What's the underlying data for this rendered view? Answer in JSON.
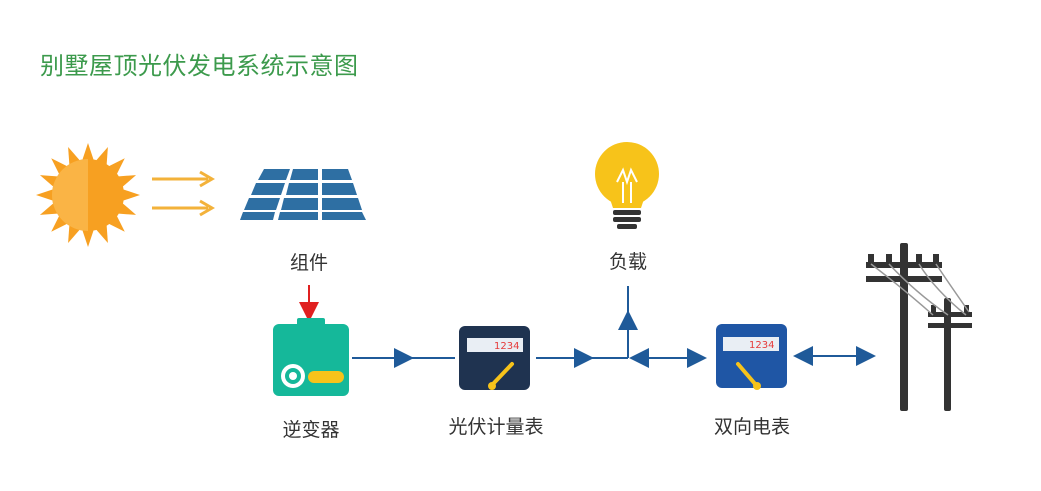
{
  "title": "别墅屋顶光伏发电系统示意图",
  "nodes": {
    "module": "组件",
    "inverter": "逆变器",
    "pv_meter": "光伏计量表",
    "load": "负载",
    "bidirectional_meter": "双向电表"
  },
  "meter_display": "1234",
  "colors": {
    "title": "#3c9a4c",
    "sun": "#f7a021",
    "sun_arrows": "#f3b23a",
    "panel": "#2e6fa3",
    "inverter": "#15b89a",
    "pv_meter": "#1f3350",
    "bidirectional_meter": "#1f56a5",
    "bulb": "#f7c31a",
    "flow_line": "#1f5a99",
    "input_arrow": "#e02020",
    "pylon": "#333333"
  },
  "icons": [
    "sun-icon",
    "solar-panel-icon",
    "inverter-icon",
    "meter-icon",
    "light-bulb-icon",
    "power-pylon-icon"
  ]
}
